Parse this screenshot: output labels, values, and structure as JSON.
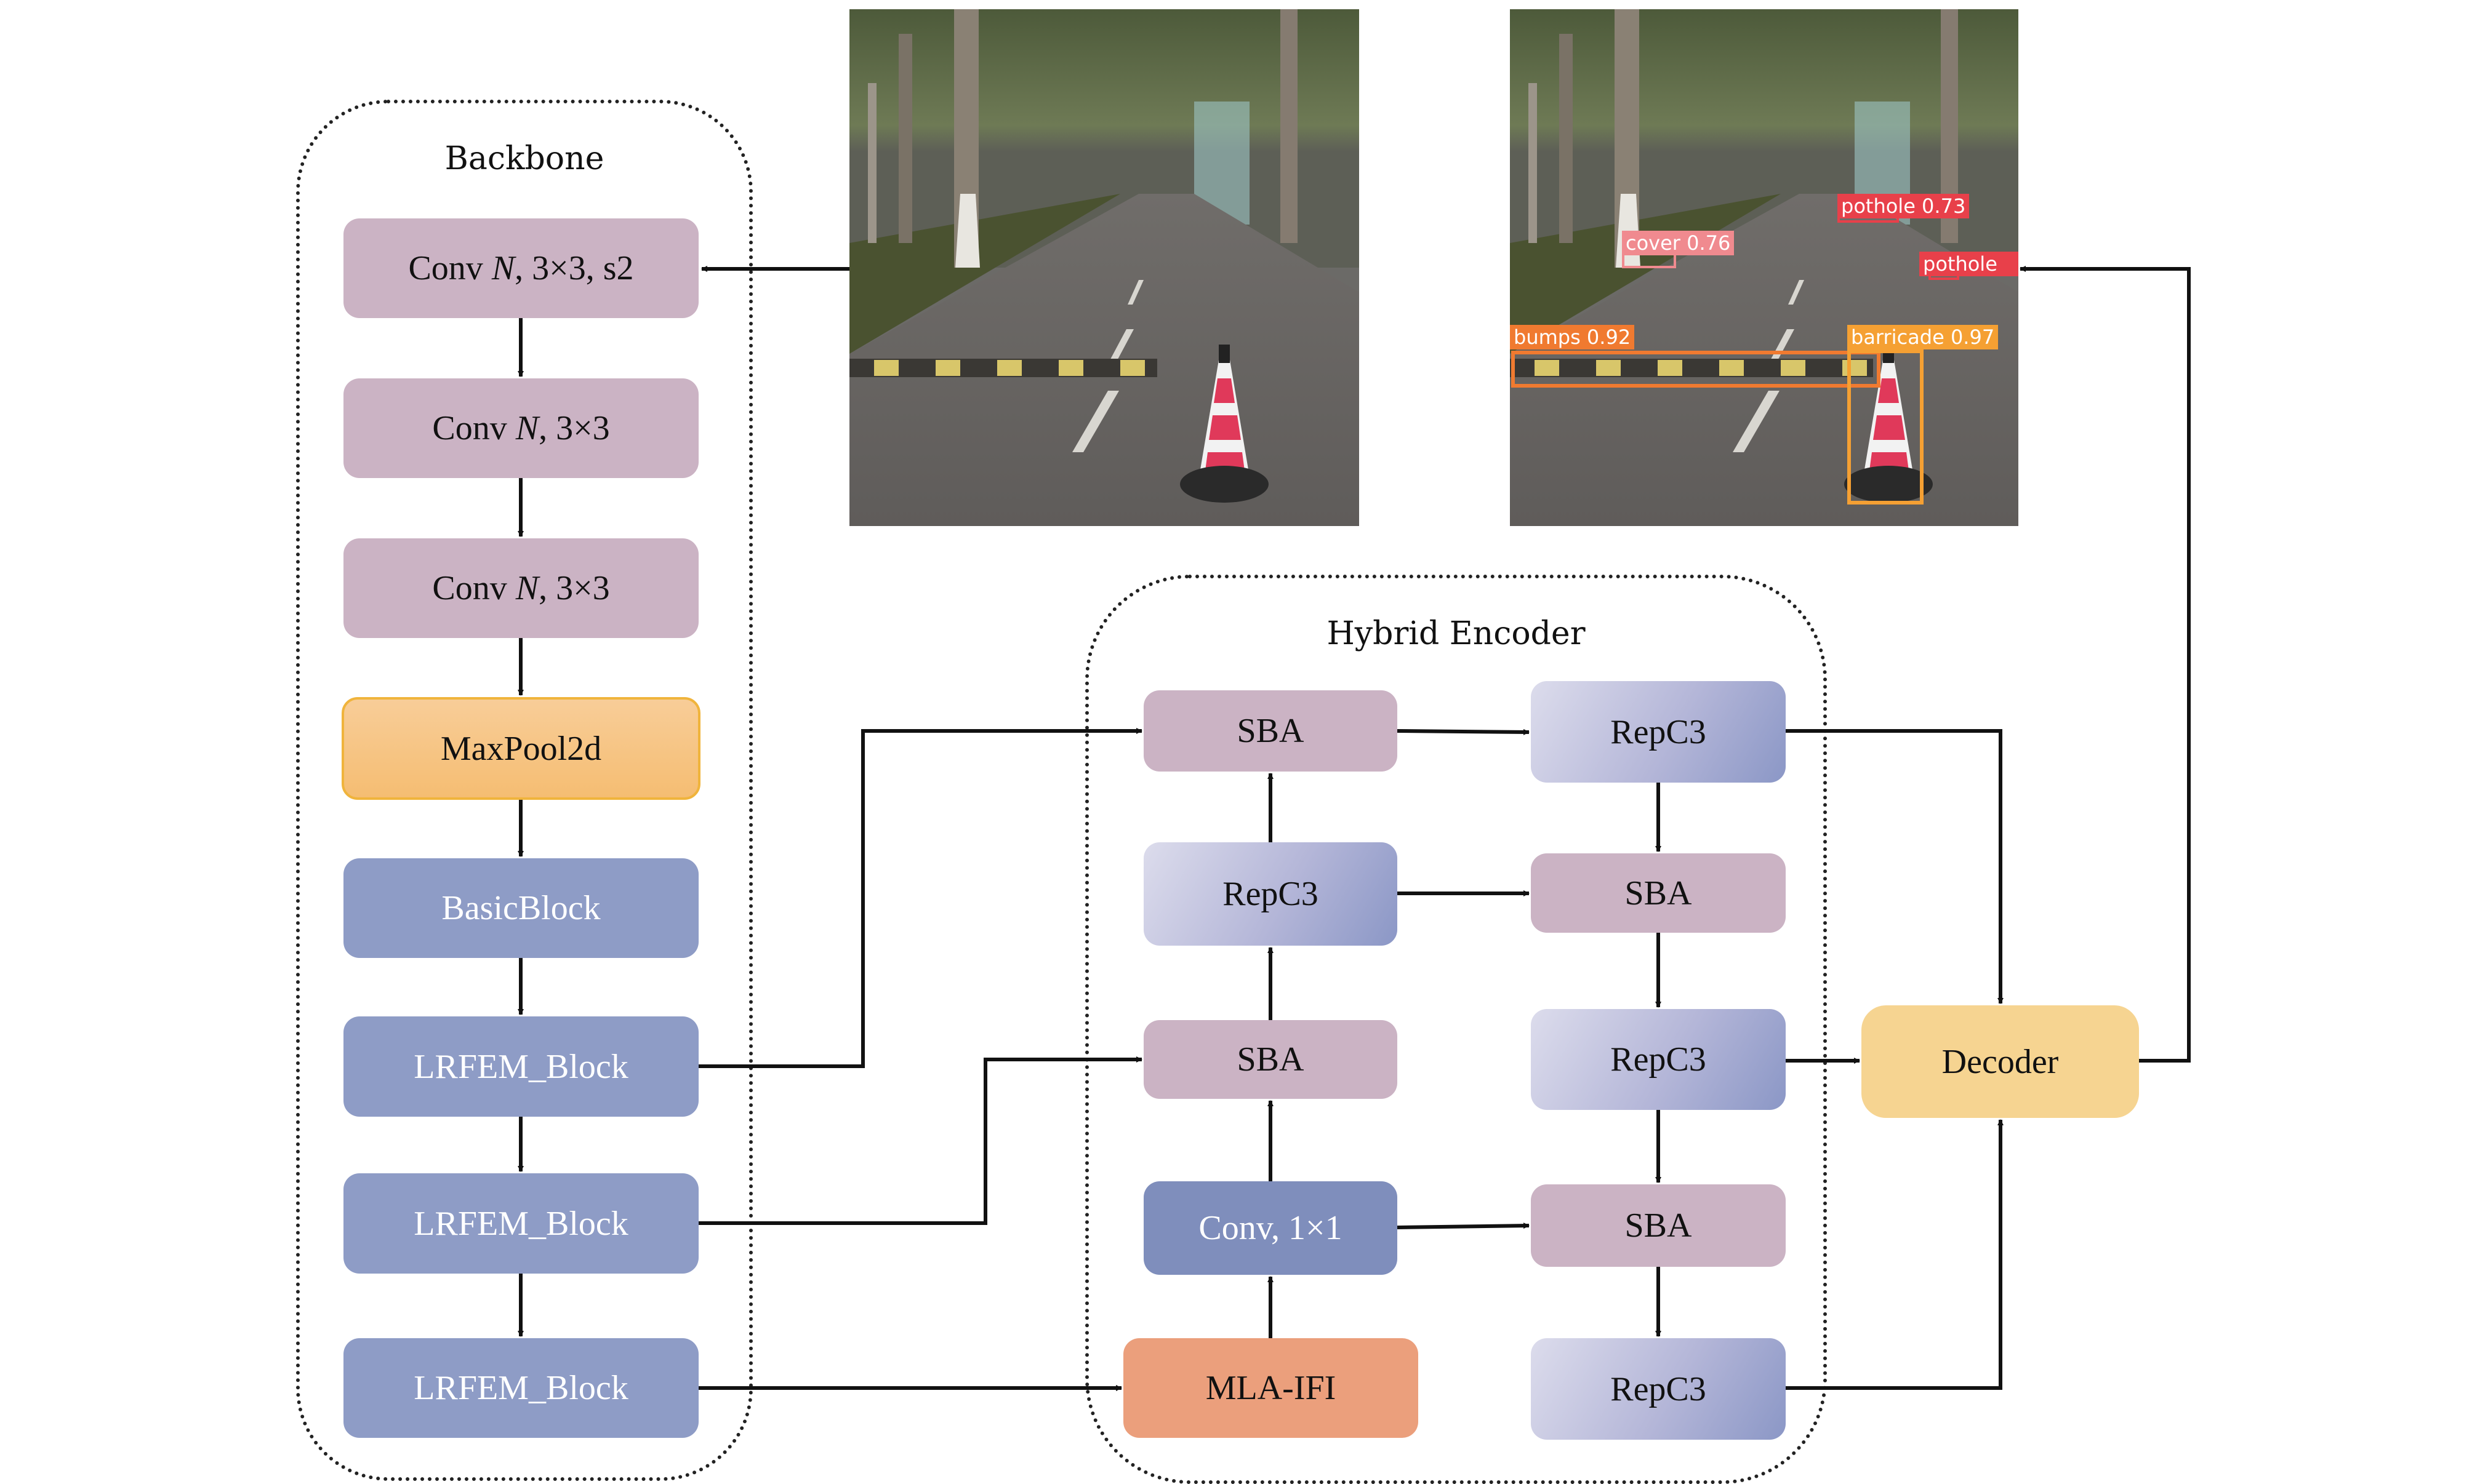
{
  "backbone": {
    "title": "Backbone",
    "blocks": [
      {
        "pre": "Conv ",
        "var": "N",
        "post": ", 3×3, s2"
      },
      {
        "pre": "Conv ",
        "var": "N",
        "post": ", 3×3"
      },
      {
        "pre": "Conv ",
        "var": "N",
        "post": ", 3×3"
      },
      {
        "label": "MaxPool2d"
      },
      {
        "label": "BasicBlock"
      },
      {
        "label": "LRFEM_Block"
      },
      {
        "label": "LRFEM_Block"
      },
      {
        "label": "LRFEM_Block"
      }
    ]
  },
  "encoder": {
    "title": "Hybrid Encoder",
    "left": [
      "SBA",
      "RepC3",
      "SBA",
      "Conv, 1×1",
      "MLA-IFI"
    ],
    "right": [
      "RepC3",
      "SBA",
      "RepC3",
      "SBA",
      "RepC3"
    ]
  },
  "decoder": {
    "label": "Decoder"
  },
  "images": {
    "input": {
      "description": "input road scene with speed bump and traffic cone"
    },
    "output": {
      "description": "detection result",
      "detections": [
        {
          "label": "pothole 0.73",
          "color": "#e8404a"
        },
        {
          "label": "cover 0.76",
          "color": "#f08a8f"
        },
        {
          "label": "pothole",
          "color": "#e8404a"
        },
        {
          "label": "bumps 0.92",
          "color": "#f07a30"
        },
        {
          "label": "barricade 0.97",
          "color": "#f5a033"
        }
      ]
    }
  },
  "colors": {
    "conv": "#cbb3c4",
    "maxpool": "#f6c27f",
    "basic": "#8e9cc6",
    "mla": "#eb9f7c",
    "decoder": "#f6d491"
  }
}
